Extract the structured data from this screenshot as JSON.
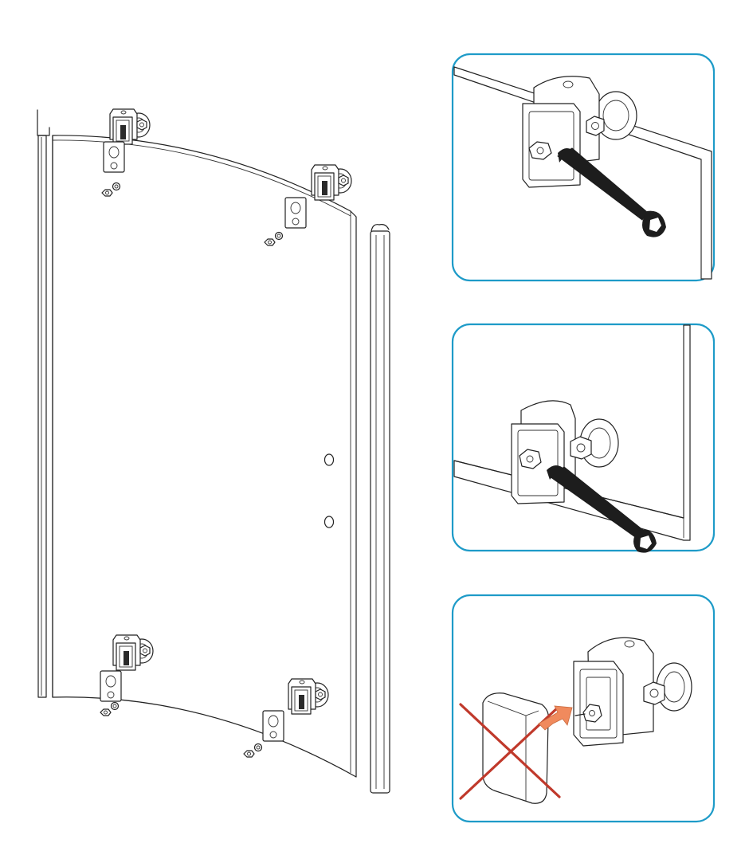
{
  "figure": {
    "kind": "installation-diagram",
    "panels": [
      {
        "id": "detail-1",
        "action": "tighten-bracket-bolt-with-wrench"
      },
      {
        "id": "detail-2",
        "action": "tighten-bracket-bolt-with-wrench"
      },
      {
        "id": "detail-3",
        "action": "do-not-install-cover-cap-on-bracket"
      }
    ],
    "colors": {
      "frame_border": "#1e9bc8",
      "cross_mark": "#c0392b",
      "arrow_fill": "#f08a5d",
      "line_art": "#222222"
    },
    "icons": [
      "wrench-icon",
      "prohibited-cross-icon",
      "direction-arrow-icon"
    ]
  }
}
